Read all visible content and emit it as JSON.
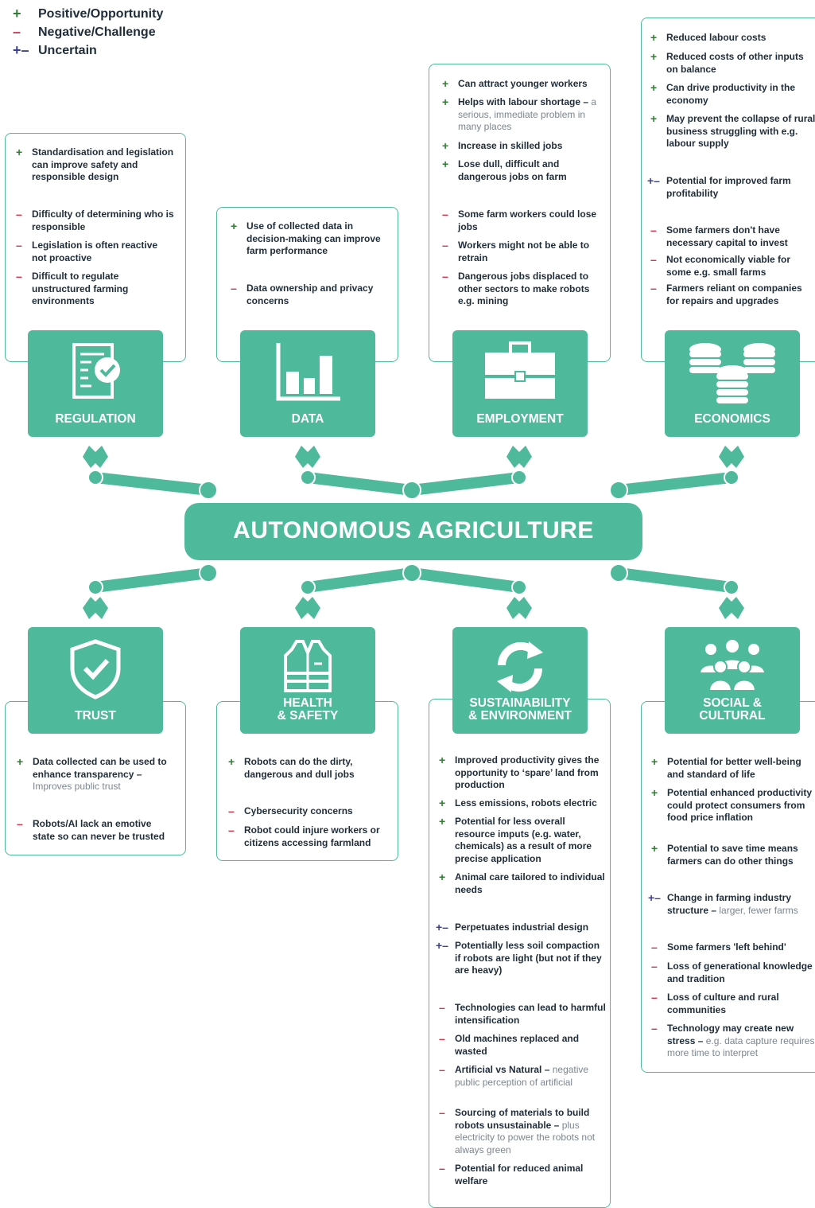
{
  "legend": {
    "positive": {
      "symbol": "+",
      "label": "Positive/Opportunity"
    },
    "negative": {
      "symbol": "–",
      "label": "Negative/Challenge"
    },
    "uncertain": {
      "symbol": "+–",
      "label": "Uncertain"
    }
  },
  "center": {
    "title": "AUTONOMOUS AGRICULTURE"
  },
  "colors": {
    "teal": "#4fb99b",
    "positive": "#2e7d32",
    "negative": "#d6334f",
    "uncertain": "#3b3f8f"
  },
  "categories": {
    "regulation": {
      "label": "REGULATION",
      "icon": "checklist-document-icon",
      "items": [
        {
          "type": "positive",
          "text": "Standardisation and legislation can improve safety and responsible design"
        },
        {
          "type": "negative",
          "text": "Difficulty of determining who is responsible"
        },
        {
          "type": "negative",
          "text": "Legislation is often reactive not proactive"
        },
        {
          "type": "negative",
          "text": "Difficult to regulate unstructured farming environments"
        }
      ]
    },
    "data": {
      "label": "DATA",
      "icon": "bar-chart-icon",
      "items": [
        {
          "type": "positive",
          "text": "Use of collected data in decision-making can improve farm performance"
        },
        {
          "type": "negative",
          "text": "Data ownership and privacy concerns"
        }
      ]
    },
    "employment": {
      "label": "EMPLOYMENT",
      "icon": "briefcase-icon",
      "items": [
        {
          "type": "positive",
          "text": "Can attract younger workers"
        },
        {
          "type": "positive",
          "text": "Helps with labour shortage –",
          "sub": "a serious, immediate problem in many places"
        },
        {
          "type": "positive",
          "text": "Increase in skilled jobs"
        },
        {
          "type": "positive",
          "text": "Lose dull, difficult and dangerous jobs on farm"
        },
        {
          "type": "negative",
          "text": "Some farm workers could lose jobs"
        },
        {
          "type": "negative",
          "text": "Workers might not be able to retrain"
        },
        {
          "type": "negative",
          "text": "Dangerous jobs displaced to other sectors to make robots e.g. mining"
        }
      ]
    },
    "economics": {
      "label": "ECONOMICS",
      "icon": "coin-stacks-icon",
      "items": [
        {
          "type": "positive",
          "text": "Reduced labour costs"
        },
        {
          "type": "positive",
          "text": "Reduced costs of other inputs on balance"
        },
        {
          "type": "positive",
          "text": "Can drive productivity in the economy"
        },
        {
          "type": "positive",
          "text": "May prevent the collapse of rural business struggling with e.g. labour supply"
        },
        {
          "type": "uncertain",
          "text": "Potential for improved farm profitability"
        },
        {
          "type": "negative",
          "text": "Some farmers don't have necessary capital to invest"
        },
        {
          "type": "negative",
          "text": "Not economically viable for some e.g. small farms"
        },
        {
          "type": "negative",
          "text": "Farmers reliant on companies for repairs and upgrades"
        }
      ]
    },
    "trust": {
      "label": "TRUST",
      "icon": "shield-check-icon",
      "items": [
        {
          "type": "positive",
          "text": "Data collected can be used to enhance transparency –",
          "sub": "Improves public trust"
        },
        {
          "type": "negative",
          "text": "Robots/AI lack an emotive state so can never be trusted"
        }
      ]
    },
    "health": {
      "label": "HEALTH\n& SAFETY",
      "icon": "safety-vest-icon",
      "items": [
        {
          "type": "positive",
          "text": "Robots can do the dirty, dangerous and dull jobs"
        },
        {
          "type": "negative",
          "text": "Cybersecurity concerns"
        },
        {
          "type": "negative",
          "text": "Robot could injure workers or citizens accessing farmland"
        }
      ]
    },
    "sustainability": {
      "label": "SUSTAINABILITY\n& ENVIRONMENT",
      "icon": "recycle-arrows-icon",
      "items": [
        {
          "type": "positive",
          "text": "Improved productivity gives the opportunity to ‘spare’ land from production"
        },
        {
          "type": "positive",
          "text": "Less emissions, robots electric"
        },
        {
          "type": "positive",
          "text": "Potential for less overall resource imputs (e.g. water, chemicals) as a result of more precise application"
        },
        {
          "type": "positive",
          "text": "Animal care tailored to individual needs"
        },
        {
          "type": "uncertain",
          "text": "Perpetuates industrial design"
        },
        {
          "type": "uncertain",
          "text": "Potentially less soil compaction if robots are light (but not if they are heavy)"
        },
        {
          "type": "negative",
          "text": "Technologies can lead to harmful intensification"
        },
        {
          "type": "negative",
          "text": "Old machines replaced and wasted"
        },
        {
          "type": "negative",
          "text": "Artificial vs Natural –",
          "sub": "negative public perception of artificial"
        },
        {
          "type": "negative",
          "text": "Sourcing of materials to build robots unsustainable –",
          "sub": "plus electricity to power the robots not always green"
        },
        {
          "type": "negative",
          "text": "Potential for reduced animal welfare"
        }
      ]
    },
    "social": {
      "label": "SOCIAL &\nCULTURAL",
      "icon": "people-group-icon",
      "items": [
        {
          "type": "positive",
          "text": "Potential for better well-being and standard of life"
        },
        {
          "type": "positive",
          "text": "Potential enhanced productivity could protect consumers from food price inflation"
        },
        {
          "type": "positive",
          "text": "Potential to save time means farmers can do other things"
        },
        {
          "type": "uncertain",
          "text": "Change in farming industry structure –",
          "sub": "larger, fewer farms"
        },
        {
          "type": "negative",
          "text": "Some farmers 'left behind'"
        },
        {
          "type": "negative",
          "text": "Loss of generational knowledge and tradition"
        },
        {
          "type": "negative",
          "text": "Loss of culture and rural communities"
        },
        {
          "type": "negative",
          "text": "Technology may create new stress –",
          "sub": "e.g. data capture requires more time to interpret"
        }
      ]
    }
  }
}
